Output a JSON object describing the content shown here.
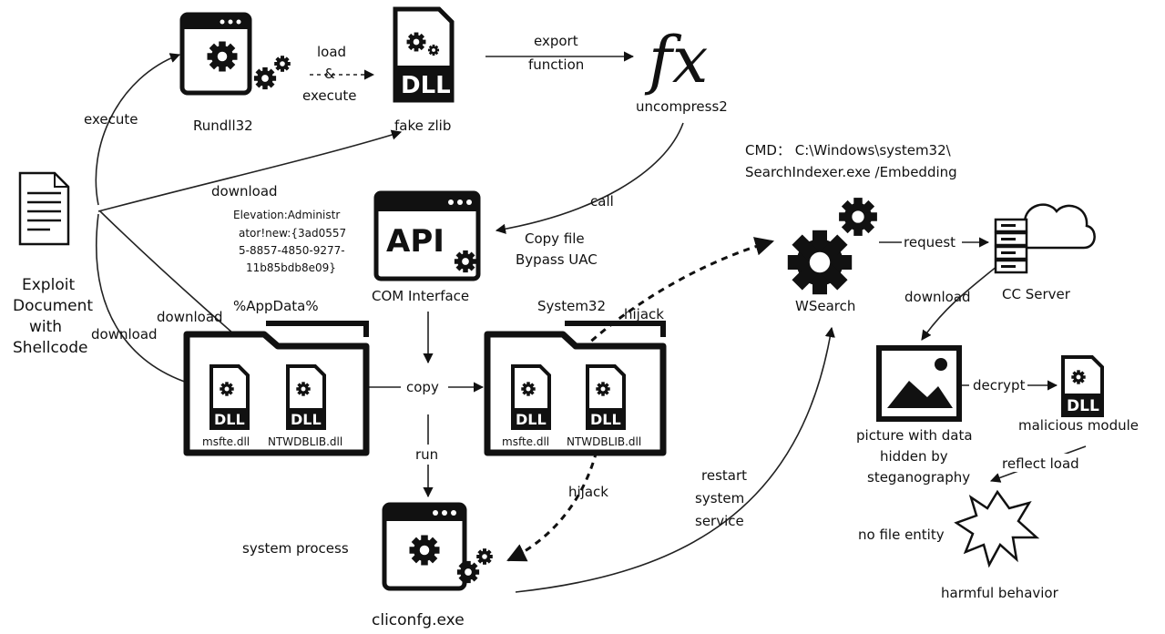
{
  "nodes": {
    "exploit_doc": [
      "Exploit",
      "Document",
      "with",
      "Shellcode"
    ],
    "rundll32": "Rundll32",
    "fake_zlib": "fake zlib",
    "uncompress2": "uncompress2",
    "fx_symbol": "fx",
    "com_interface": "COM Interface",
    "api_text": "API",
    "appdata_folder": "%AppData%",
    "system32_folder": "System32",
    "msfte_dll": "msfte.dll",
    "ntwdblib_dll": "NTWDBLIB.dll",
    "dll_badge": "DLL",
    "cliconfg": "cliconfg.exe",
    "system_process": "system process",
    "wsearch": "WSearch",
    "cmd_text": [
      "CMD： C:\\Windows\\system32\\",
      "SearchIndexer.exe /Embedding"
    ],
    "cc_server": "CC Server",
    "picture": [
      "picture with data",
      "hidden by",
      "steganography"
    ],
    "malicious_module": "malicious module",
    "no_file_entity": "no file entity",
    "harmful_behavior": "harmful behavior",
    "elevation_text": [
      "Elevation:Administr",
      "ator!new:{3ad0557",
      "5-8857-4850-9277-",
      "11b85bdb8e09}"
    ]
  },
  "edges": {
    "execute": "execute",
    "load_execute": [
      "load",
      "&",
      "execute"
    ],
    "export_function": [
      "export",
      "function"
    ],
    "download_zlib": "download",
    "call": "call",
    "copy_bypass": [
      "Copy file",
      "Bypass UAC"
    ],
    "download_appdata1": "download",
    "download_appdata2": "download",
    "copy": "copy",
    "run": "run",
    "hijack_top": "hijack",
    "hijack_bottom": "hijack",
    "restart": [
      "restart",
      "system",
      "service"
    ],
    "request": "request",
    "download_cc": "download",
    "decrypt": "decrypt",
    "reflect_load": "reflect load"
  }
}
